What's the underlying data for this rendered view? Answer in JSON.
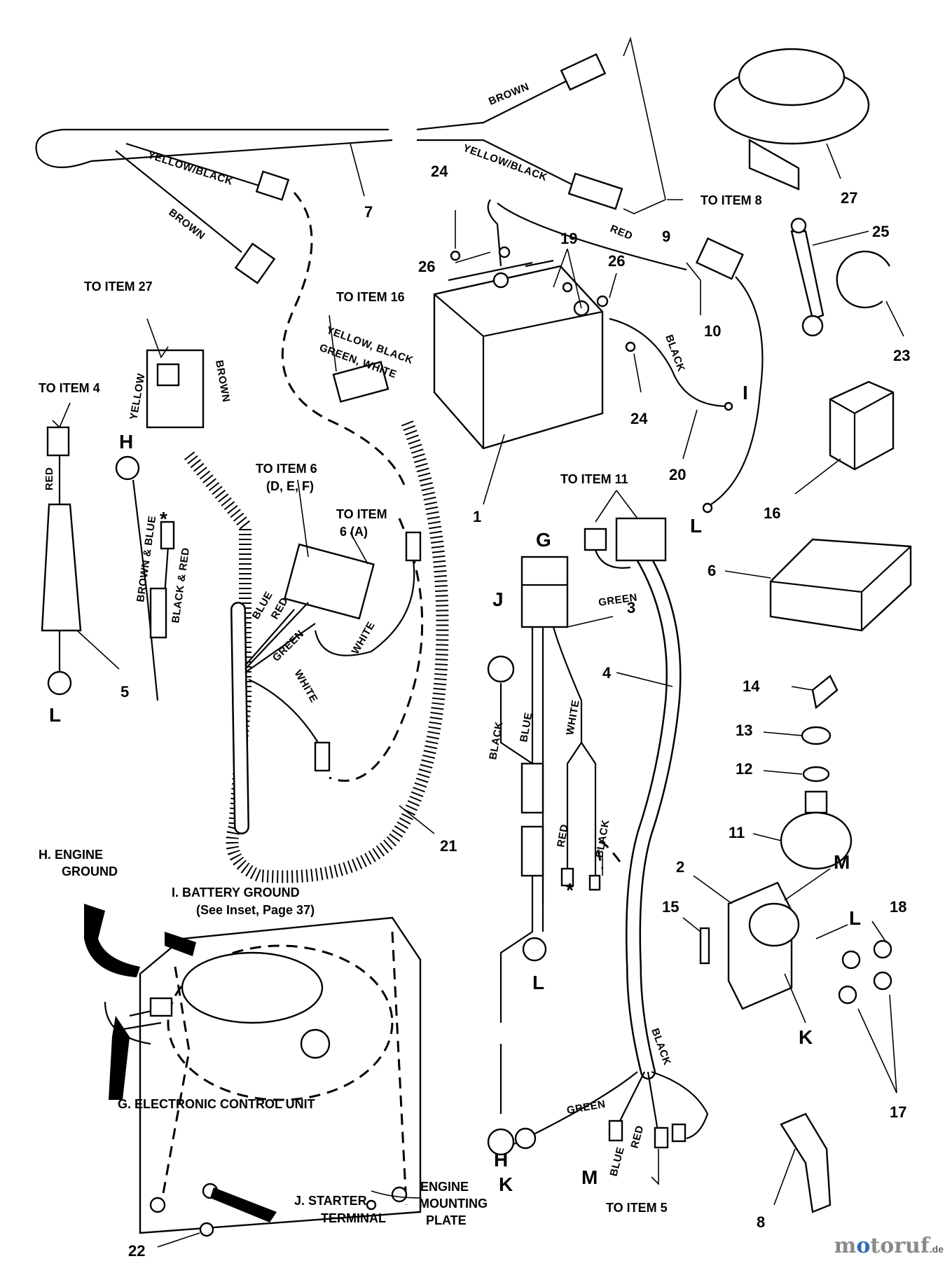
{
  "items": {
    "n1": "1",
    "n2": "2",
    "n3": "3",
    "n4": "4",
    "n5": "5",
    "n6": "6",
    "n7": "7",
    "n8": "8",
    "n9": "9",
    "n10": "10",
    "n11": "11",
    "n12": "12",
    "n13": "13",
    "n14": "14",
    "n15": "15",
    "n16": "16",
    "n17": "17",
    "n18": "18",
    "n19": "19",
    "n20": "20",
    "n21": "21",
    "n22": "22",
    "n23": "23",
    "n24": "24",
    "n25": "25",
    "n26": "26",
    "n27": "27"
  },
  "letters": {
    "G": "G",
    "H": "H",
    "I": "I",
    "J": "J",
    "K": "K",
    "L": "L",
    "M": "M",
    "star": "*"
  },
  "callouts": {
    "to_item_8": "TO ITEM 8",
    "to_item_27": "TO ITEM 27",
    "to_item_16": "TO ITEM 16",
    "to_item_4": "TO ITEM 4",
    "to_item_6_def_1": "TO ITEM 6",
    "to_item_6_def_2": "(D, E, F)",
    "to_item_6_a_1": "TO ITEM",
    "to_item_6_a_2": "6 (A)",
    "to_item_11": "TO ITEM 11",
    "to_item_5": "TO ITEM 5"
  },
  "wires": {
    "brown": "BROWN",
    "yellow_black": "YELLOW/BLACK",
    "red": "RED",
    "black": "BLACK",
    "yellow": "YELLOW",
    "blue": "BLUE",
    "green": "GREEN",
    "white": "WHITE",
    "brown_blue": "BROWN & BLUE",
    "black_red": "BLACK & RED",
    "yellow_black_green_white_1": "YELLOW, BLACK",
    "yellow_black_green_white_2": "GREEN, WHITE"
  },
  "legend": {
    "h_1": "H.  ENGINE",
    "h_2": "GROUND",
    "i_1": "I.   BATTERY GROUND",
    "i_2": "(See Inset, Page 37)",
    "g": "G.  ELECTRONIC CONTROL UNIT",
    "j_1": "J.   STARTER",
    "j_2": "TERMINAL",
    "plate_1": "ENGINE",
    "plate_2": "MOUNTING",
    "plate_3": "PLATE"
  },
  "watermark": {
    "a": "m",
    "b": "o",
    "c": "toruf",
    "d": ".de"
  }
}
